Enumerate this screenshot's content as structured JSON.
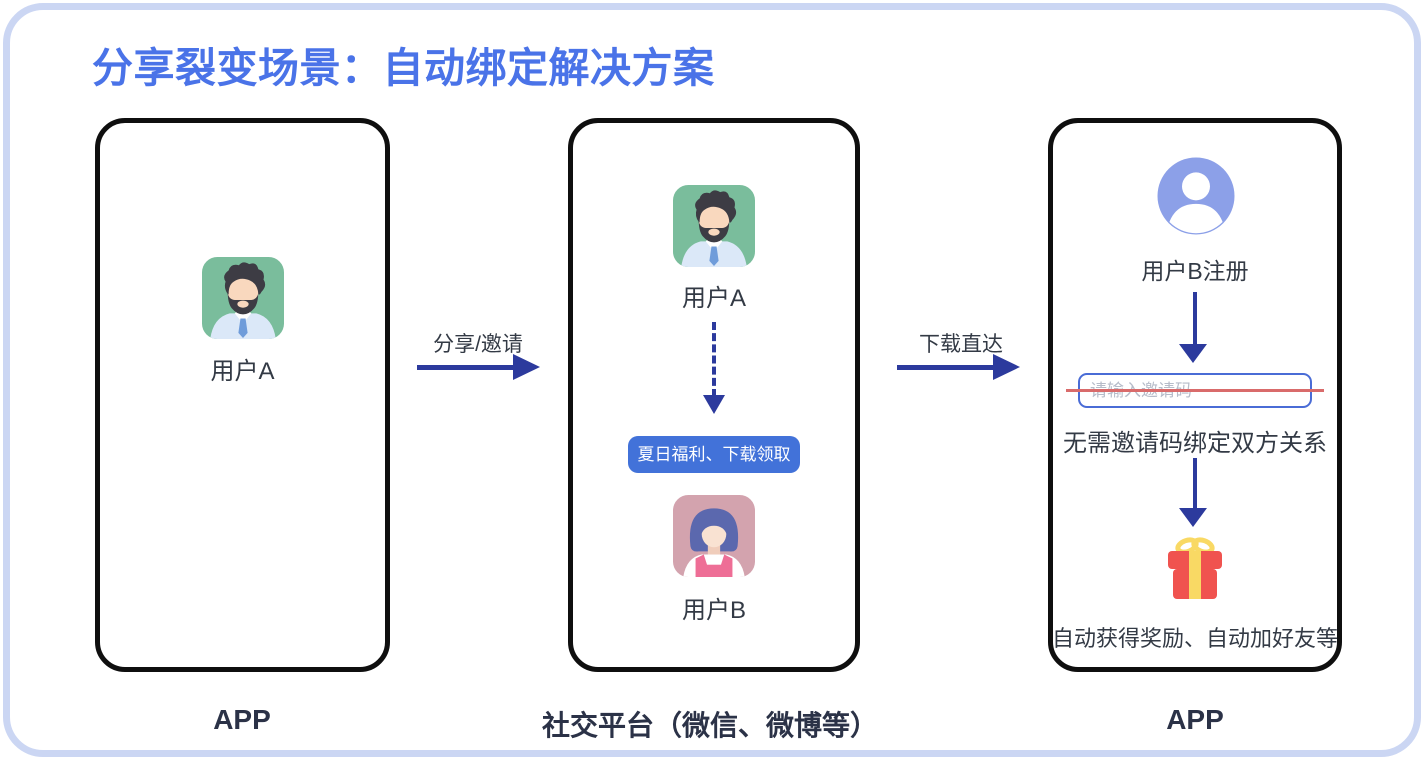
{
  "title": "分享裂变场景：自动绑定解决方案",
  "panels": {
    "app_left": {
      "caption": "APP",
      "user_a_label": "用户A"
    },
    "social": {
      "caption": "社交平台（微信、微博等）",
      "user_a_label": "用户A",
      "share_card_button": "夏日福利、下载领取",
      "user_b_label": "用户B"
    },
    "app_right": {
      "caption": "APP",
      "register_label": "用户B注册",
      "invite_code_placeholder": "请输入邀请码",
      "invite_code_value": "",
      "invite_code_crossed_out": true,
      "bind_note": "无需邀请码绑定双方关系",
      "reward_note": "自动获得奖励、自动加好友等"
    }
  },
  "arrows": {
    "share_invite": "分享/邀请",
    "download_direct": "下载直达"
  },
  "icons": {
    "user_a": "male-user-avatar-icon",
    "user_b": "female-user-avatar-icon",
    "register": "account-circle-icon",
    "reward": "gift-icon"
  },
  "colors": {
    "title_blue": "#4a73e8",
    "outer_border": "#cbd6f3",
    "frame_border": "#0f0f0f",
    "arrow_navy": "#2c3a9d",
    "button_blue": "#4272d9",
    "input_border_blue": "#4a6cd6",
    "placeholder_gray": "#b6bcc9",
    "strikethrough_red": "#d96b6b",
    "text_dark": "#333a45",
    "caption_dark": "#2b3247",
    "avatar_a_bg": "#7abd9c",
    "avatar_b_bg": "#d3a3ae",
    "account_icon_blue": "#8ca0e8",
    "gift_red": "#f0534f",
    "gift_ribbon_yellow": "#f9d964"
  }
}
